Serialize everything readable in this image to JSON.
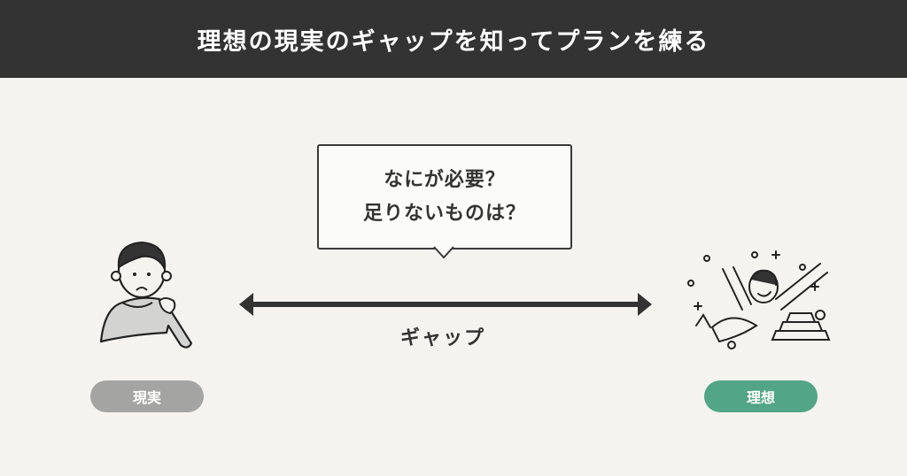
{
  "header": {
    "title": "理想の現実のギャップを知ってプランを練る"
  },
  "bubble": {
    "lines": [
      "なにが必要？",
      "足りないものは？"
    ]
  },
  "gap": {
    "label": "ギャップ"
  },
  "labels": {
    "reality": "現実",
    "ideal": "理想"
  },
  "figures": {
    "left": "worried-person-illustration",
    "right": "celebrating-person-illustration"
  },
  "colors": {
    "header_bg": "#333333",
    "background": "#f4f3ef",
    "reality_pill": "#a4a4a2",
    "ideal_pill": "#52a587",
    "arrow": "#333333"
  }
}
